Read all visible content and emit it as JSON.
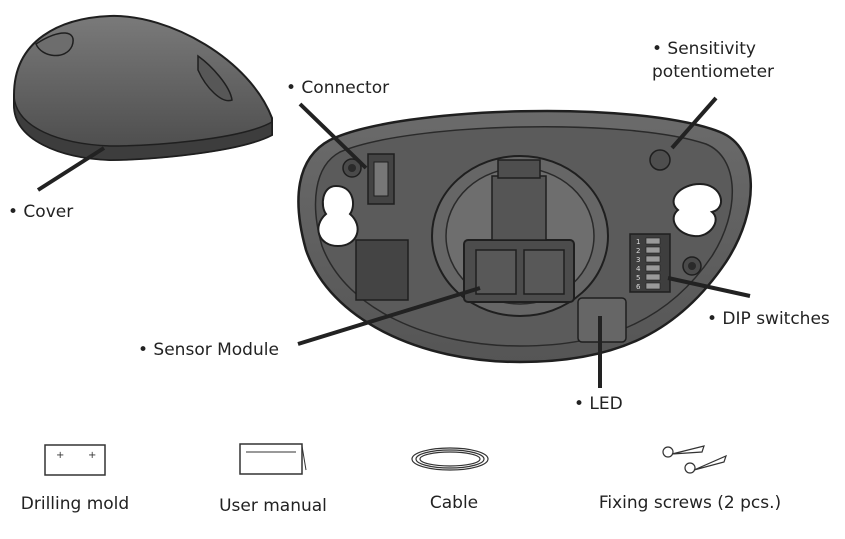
{
  "callouts": {
    "cover": "• Cover",
    "connector": "• Connector",
    "sensitivity": "• Sensitivity\npotentiometer",
    "sensor_module": "• Sensor Module",
    "dip_switches": "• DIP switches",
    "led": "• LED"
  },
  "accessories": {
    "drilling_mold": "Drilling mold",
    "user_manual": "User manual",
    "cable": "Cable",
    "fixing_screws": "Fixing screws (2 pcs.)"
  },
  "dip_switch_numbers": [
    "1",
    "2",
    "3",
    "4",
    "5",
    "6"
  ],
  "colors": {
    "housing": "#5f5f5f",
    "housing_dark": "#3a3a3a",
    "outline": "#1f1f1f",
    "arrow": "#222222"
  }
}
